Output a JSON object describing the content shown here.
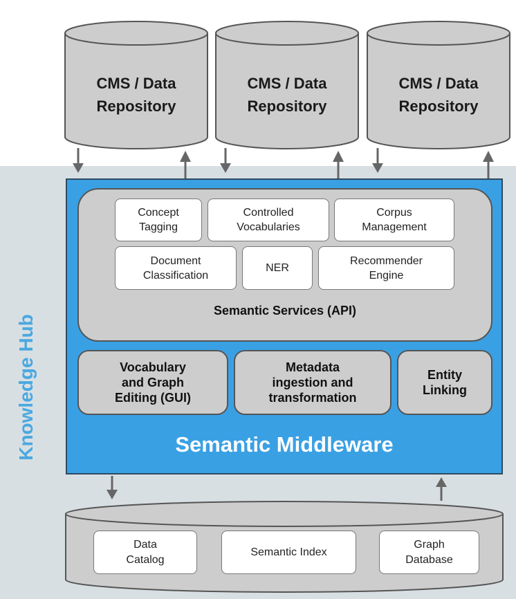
{
  "hub_label": "Knowledge Hub",
  "middleware_title": "Semantic Middleware",
  "repositories": [
    {
      "label": "CMS / Data\nRepository"
    },
    {
      "label": "CMS / Data\nRepository"
    },
    {
      "label": "CMS / Data\nRepository"
    }
  ],
  "semantic_services": {
    "title": "Semantic Services (API)",
    "items": [
      {
        "label": "Concept\nTagging"
      },
      {
        "label": "Controlled\nVocabularies"
      },
      {
        "label": "Corpus\nManagement"
      },
      {
        "label": "Document\nClassification"
      },
      {
        "label": "NER"
      },
      {
        "label": "Recommender\nEngine"
      }
    ]
  },
  "tools": [
    {
      "label": "Vocabulary\nand Graph\nEditing (GUI)"
    },
    {
      "label": "Metadata\ningestion and\ntransformation"
    },
    {
      "label": "Entity\nLinking"
    }
  ],
  "storage": {
    "items": [
      {
        "label": "Data\nCatalog"
      },
      {
        "label": "Semantic Index"
      },
      {
        "label": "Graph\nDatabase"
      }
    ]
  },
  "colors": {
    "hub_background": "#d8dfe3",
    "hub_label": "#4aa8e0",
    "middleware": "#3aa0e4",
    "component_gray": "#cdcdcd",
    "arrow": "#666666"
  }
}
